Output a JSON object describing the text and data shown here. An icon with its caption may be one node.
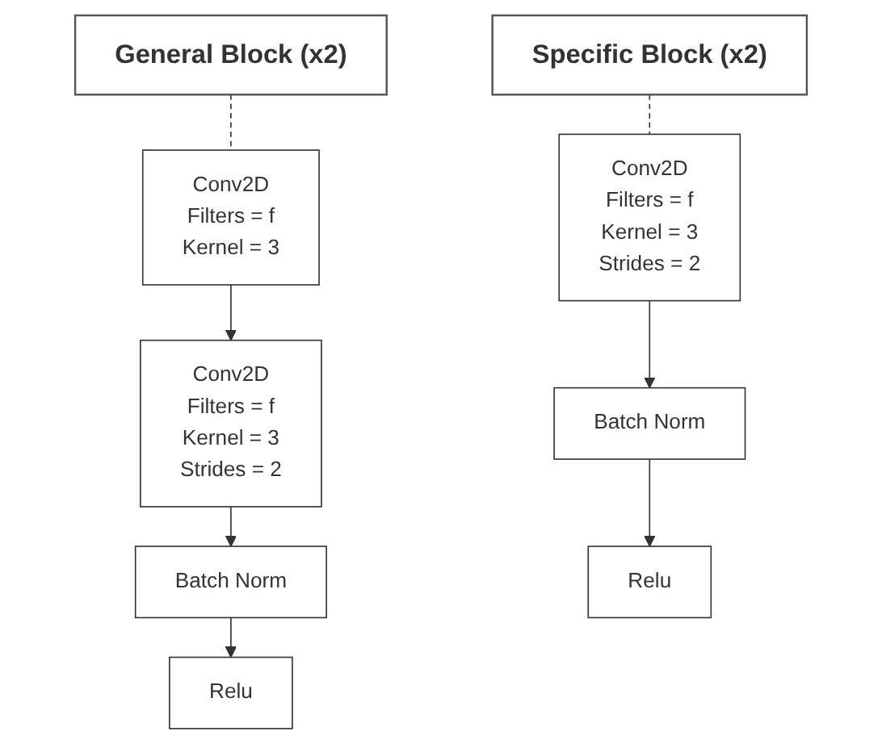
{
  "diagram": {
    "nodes": [
      {
        "text": [
          "General Block (x2)"
        ]
      },
      {
        "text": [
          "Conv2D",
          "Filters = f",
          "Kernel = 3"
        ]
      },
      {
        "text": [
          "Conv2D",
          "Filters = f",
          "Kernel = 3",
          "Strides = 2"
        ]
      },
      {
        "text": [
          "Batch Norm"
        ]
      },
      {
        "text": [
          "Relu"
        ]
      },
      {
        "text": [
          "Specific Block (x2)"
        ]
      },
      {
        "text": [
          "Conv2D",
          "Filters = f",
          "Kernel = 3",
          "Strides = 2"
        ]
      },
      {
        "text": [
          "Batch Norm"
        ]
      },
      {
        "text": [
          "Relu"
        ]
      }
    ],
    "edges": [
      {
        "from": 0,
        "to": 1,
        "arrow": "none",
        "style": "dashed"
      },
      {
        "from": 1,
        "to": 2,
        "arrow": "to"
      },
      {
        "from": 2,
        "to": 3,
        "arrow": "to"
      },
      {
        "from": 3,
        "to": 4,
        "arrow": "to"
      },
      {
        "from": 5,
        "to": 6,
        "arrow": "none",
        "style": "dashed"
      },
      {
        "from": 6,
        "to": 7,
        "arrow": "to"
      },
      {
        "from": 7,
        "to": 8,
        "arrow": "to"
      }
    ]
  }
}
